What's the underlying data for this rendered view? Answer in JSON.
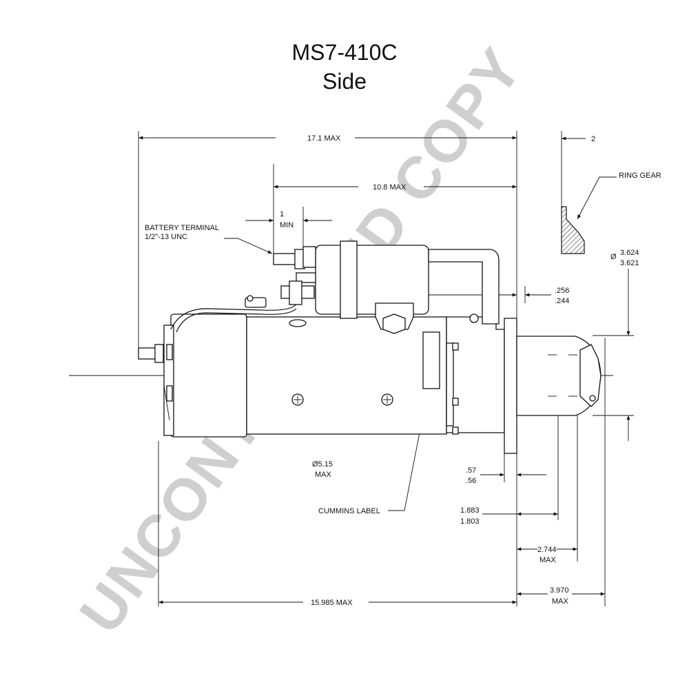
{
  "title": {
    "model": "MS7-410C",
    "view": "Side"
  },
  "watermark": "UNCONTROLLED COPY",
  "labels": {
    "overall_length": "17.1 MAX",
    "solenoid_length": "10.8   MAX",
    "min_top": "1",
    "min_bottom": "MIN",
    "battery_terminal_1": "BATTERY TERMINAL",
    "battery_terminal_2": "1/2\"-13 UNC",
    "gap": "2",
    "ring_gear": "RING GEAR",
    "dia_symbol": "Ø",
    "pilot_dia_1": "3.624",
    "pilot_dia_2": "3.621",
    "flange_1": ".256",
    "flange_2": ".244",
    "body_dia_1": "Ø5.15",
    "body_dia_2": "MAX",
    "cummins_label": "CUMMINS LABEL",
    "d57_1": ".57",
    "d57_2": ".56",
    "d1883_1": "1.883",
    "d1883_2": "1.803",
    "d2744_1": "2.744",
    "d2744_2": "MAX",
    "d3970_1": "3.970",
    "d3970_2": "MAX",
    "body_length": "15.985 MAX"
  },
  "colors": {
    "line": "#111111",
    "watermark": "#cfcfcf"
  }
}
